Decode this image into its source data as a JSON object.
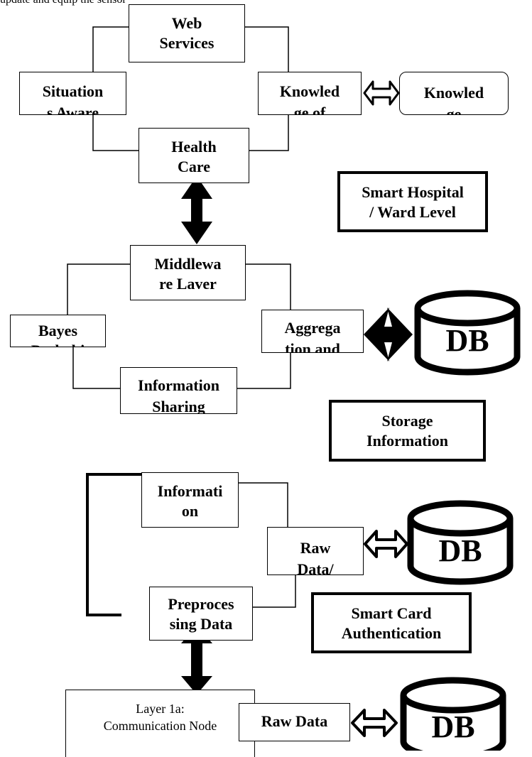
{
  "header": {
    "cut_text": "update and equip the sensor"
  },
  "level_ward": {
    "label": "Smart Hospital\n/ Ward Level",
    "nodes": {
      "web_services": "Web\nServices",
      "situation_aware": "Situation\ns Aware",
      "knowledge_of": "Knowled\nge of",
      "knowledge_base": "Knowled\nge",
      "health_care": "Health\nCare"
    }
  },
  "level_storage": {
    "label": "Storage\nInformation",
    "nodes": {
      "middleware": "Middlewa\nre Laver",
      "bayes": "Bayes\nProbabi",
      "aggregation": "Aggrega\ntion and",
      "info_sharing": "Information\nSharing"
    },
    "db": "DB"
  },
  "level_card": {
    "label": "Smart Card\nAuthentication",
    "nodes": {
      "information": "Informati\non",
      "raw_data_slash": "Raw\nData/",
      "preprocessing": "Preproces\nsing Data"
    },
    "db": "DB"
  },
  "level_node": {
    "label": "Layer 1a:\nCommunication Node",
    "raw_data": "Raw Data",
    "db": "DB"
  }
}
